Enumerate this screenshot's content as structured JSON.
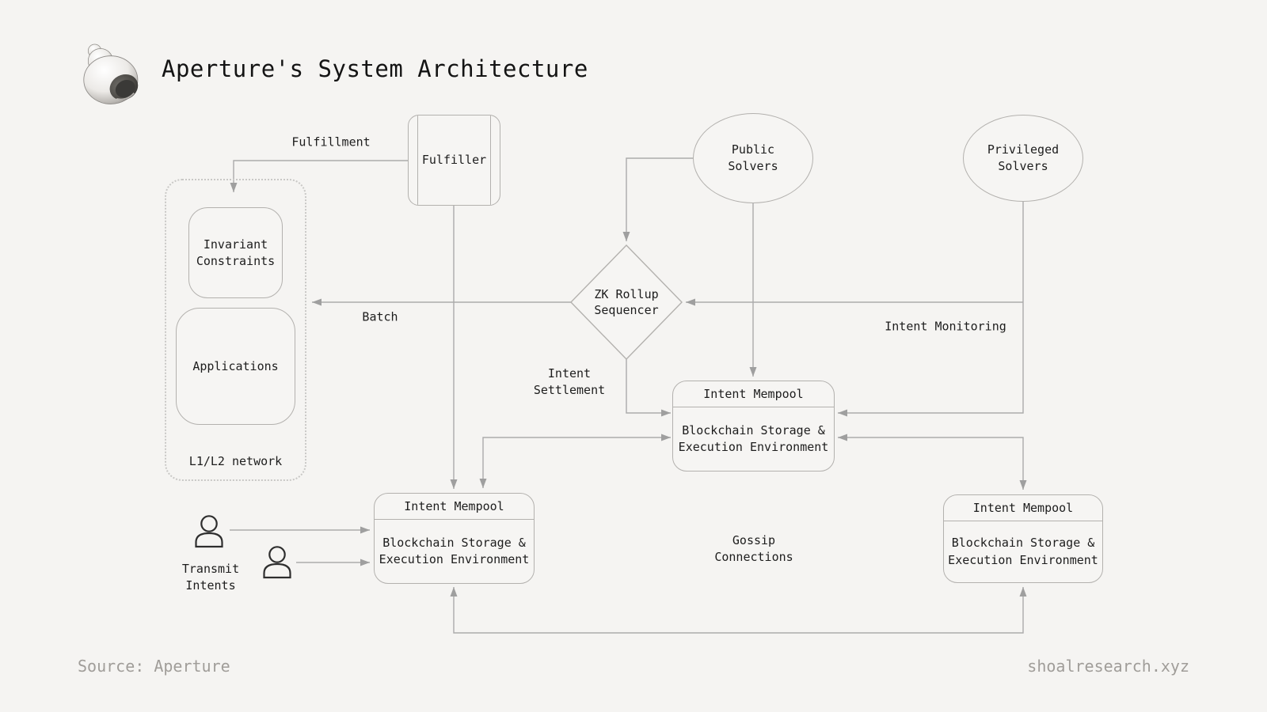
{
  "colors": {
    "background": "#f5f4f2",
    "node_border": "#b3b1ae",
    "connector": "#ababab",
    "arrowhead": "#9f9f9f",
    "text": "#1d1d1d",
    "muted_text": "#a09d99"
  },
  "header": {
    "title": "Aperture's System Architecture"
  },
  "nodes": {
    "fulfiller": {
      "label": "Fulfiller"
    },
    "network_group": {
      "caption": "L1/L2 network"
    },
    "invariant_constraints": {
      "label": "Invariant Constraints"
    },
    "applications": {
      "label": "Applications"
    },
    "public_solvers": {
      "label": "Public Solvers"
    },
    "privileged_solvers": {
      "label": "Privileged Solvers"
    },
    "zk_rollup_sequencer": {
      "label": "ZK Rollup Sequencer"
    },
    "mempool_center": {
      "title": "Intent Mempool",
      "body": "Blockchain Storage & Execution Environment"
    },
    "mempool_left": {
      "title": "Intent Mempool",
      "body": "Blockchain Storage & Execution Environment"
    },
    "mempool_right": {
      "title": "Intent Mempool",
      "body": "Blockchain Storage & Execution Environment"
    }
  },
  "edge_labels": {
    "fulfillment": "Fulfillment",
    "batch": "Batch",
    "intent_monitoring": "Intent Monitoring",
    "intent_settlement": "Intent Settlement",
    "gossip_connections": "Gossip Connections",
    "transmit_intents": "Transmit Intents"
  },
  "footer": {
    "source": "Source: Aperture",
    "website": "shoalresearch.xyz"
  },
  "icons": {
    "logo": "shell-icon",
    "actors": "user-icon"
  }
}
